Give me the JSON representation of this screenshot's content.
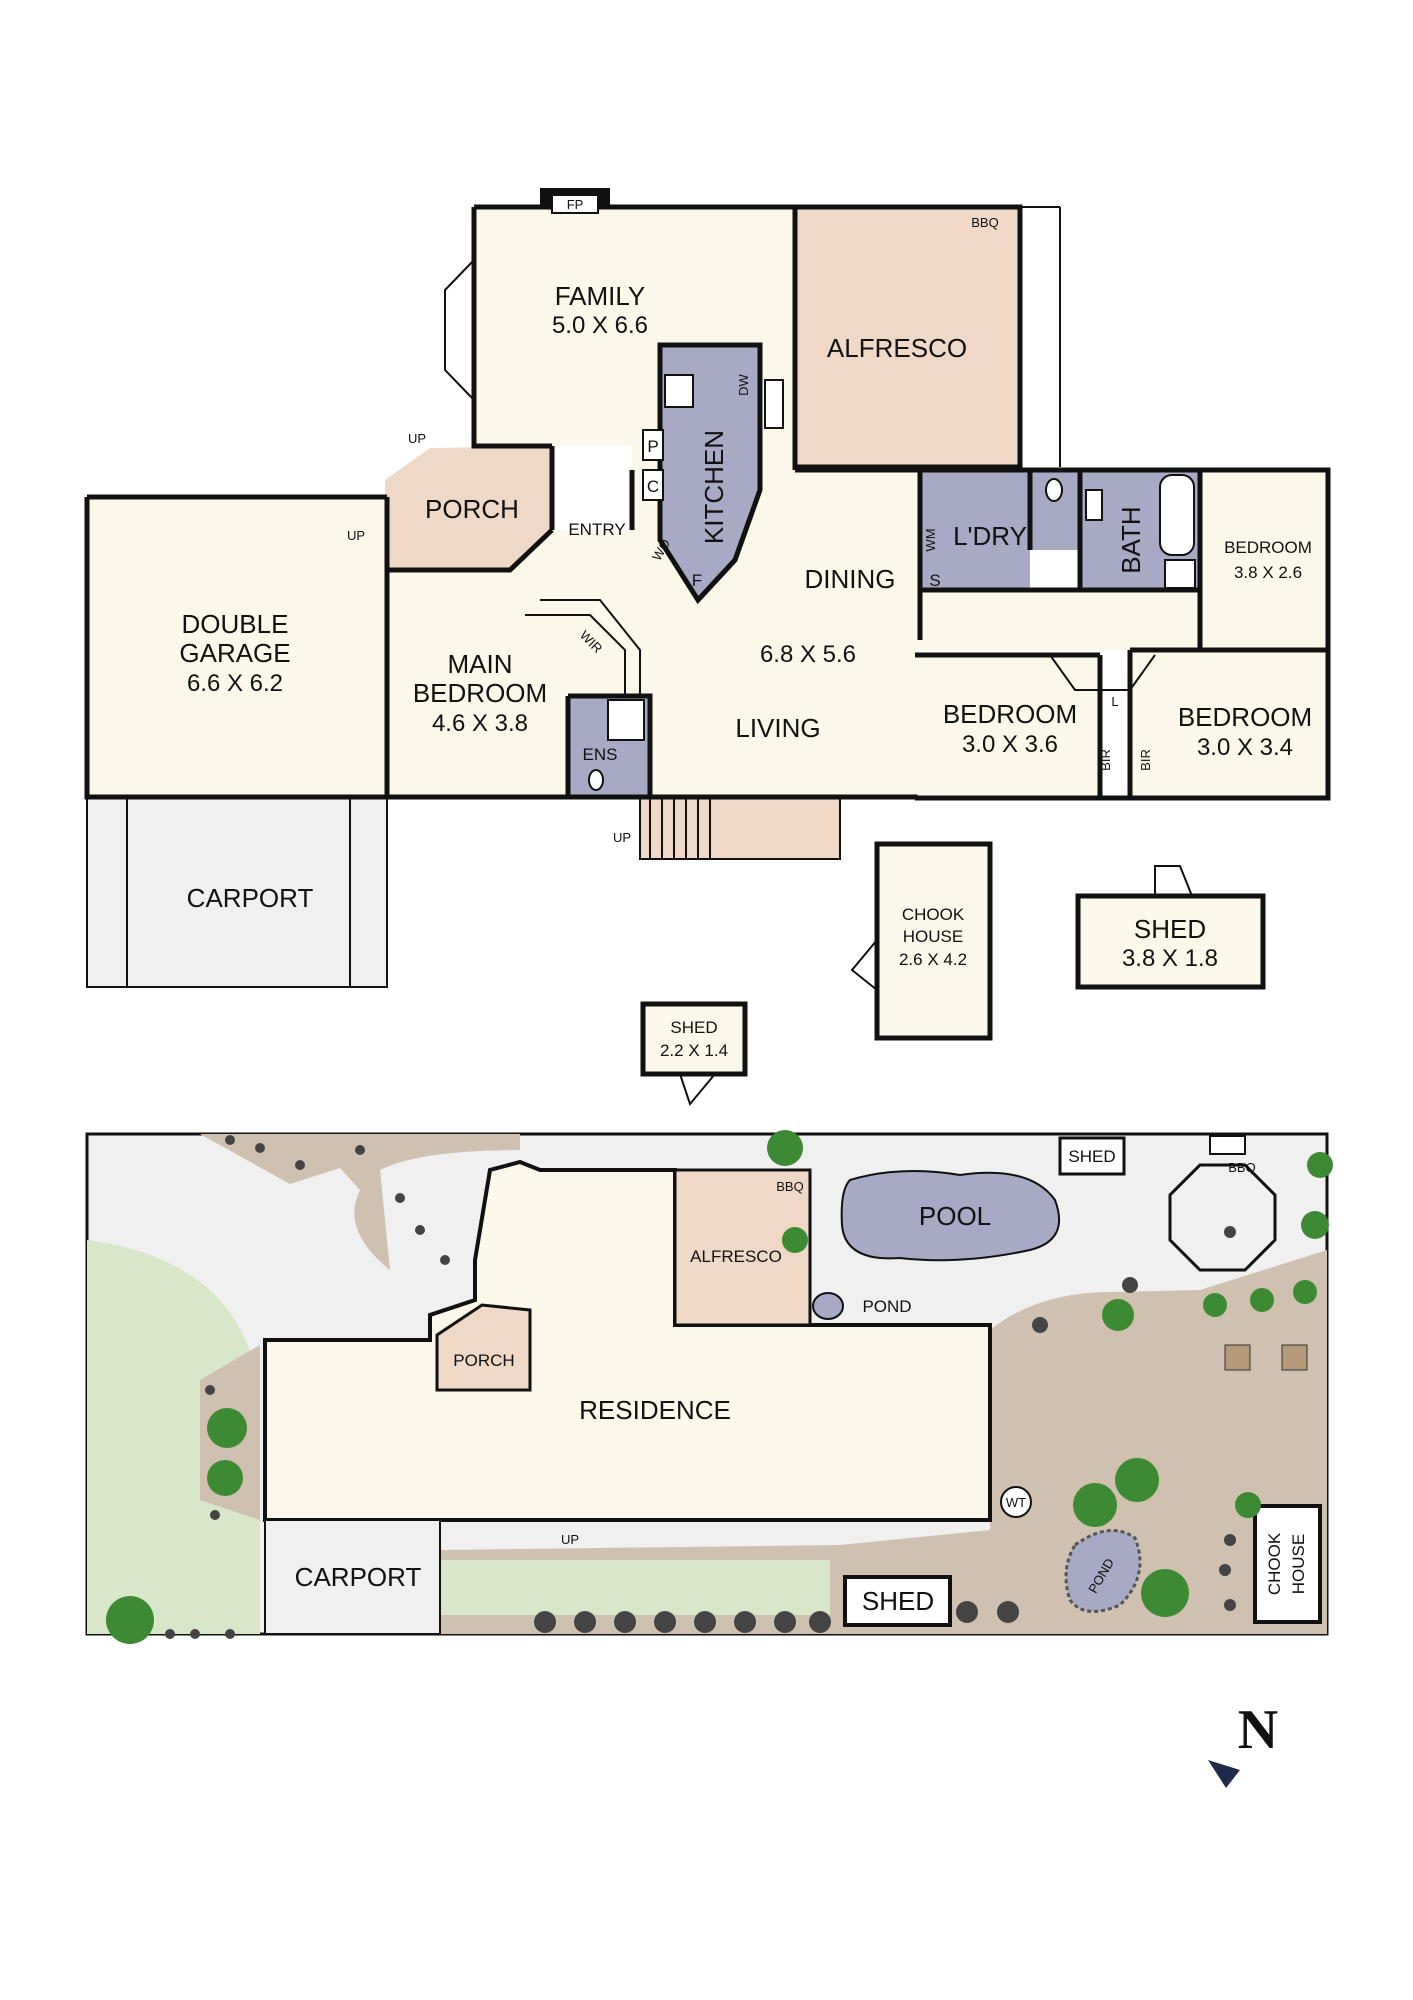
{
  "floor_plan": {
    "rooms": {
      "family": {
        "name": "FAMILY",
        "size": "5.0 X 6.6"
      },
      "alfresco": {
        "name": "ALFRESCO"
      },
      "kitchen": {
        "name": "KITCHEN"
      },
      "dining": {
        "name": "DINING"
      },
      "living": {
        "name": "LIVING",
        "size": "6.8 X 5.6"
      },
      "porch": {
        "name": "PORCH"
      },
      "entry": {
        "name": "ENTRY"
      },
      "double_garage": {
        "name_line1": "DOUBLE",
        "name_line2": "GARAGE",
        "size": "6.6 X 6.2"
      },
      "main_bedroom": {
        "name_line1": "MAIN",
        "name_line2": "BEDROOM",
        "size": "4.6 X 3.8"
      },
      "laundry": {
        "name": "L'DRY"
      },
      "bath": {
        "name": "BATH"
      },
      "bedroom_ne": {
        "name": "BEDROOM",
        "size": "3.8 X 2.6"
      },
      "bedroom_mid": {
        "name": "BEDROOM",
        "size": "3.0 X 3.6"
      },
      "bedroom_se": {
        "name": "BEDROOM",
        "size": "3.0 X 3.4"
      },
      "carport": {
        "name": "CARPORT"
      },
      "chook_house": {
        "name_line1": "CHOOK",
        "name_line2": "HOUSE",
        "size": "2.6 X 4.2"
      },
      "shed_large": {
        "name": "SHED",
        "size": "3.8 X 1.8"
      },
      "shed_small": {
        "name": "SHED",
        "size": "2.2 X 1.4"
      },
      "ensuite": {
        "name": "ENS"
      },
      "wir": {
        "name": "WIR"
      }
    },
    "fixtures": {
      "fp": "FP",
      "bbq": "BBQ",
      "dw": "DW",
      "pantry": "P",
      "c": "C",
      "wo": "WO",
      "f": "F",
      "wm": "WM",
      "s": "S",
      "l": "L",
      "bir1": "BIR",
      "bir2": "BIR",
      "up_porch": "UP",
      "up_garage": "UP",
      "up_deck": "UP"
    }
  },
  "site_plan": {
    "residence": "RESIDENCE",
    "alfresco": "ALFRESCO",
    "bbq": "BBQ",
    "porch": "PORCH",
    "carport": "CARPORT",
    "pool": "POOL",
    "pond1": "POND",
    "pond2": "POND",
    "shed_top": "SHED",
    "shed_bottom": "SHED",
    "bbq_gazebo": "BBQ",
    "wt": "WT",
    "chook_line1": "CHOOK",
    "chook_line2": "HOUSE",
    "up": "UP"
  },
  "compass": {
    "letter": "N"
  }
}
